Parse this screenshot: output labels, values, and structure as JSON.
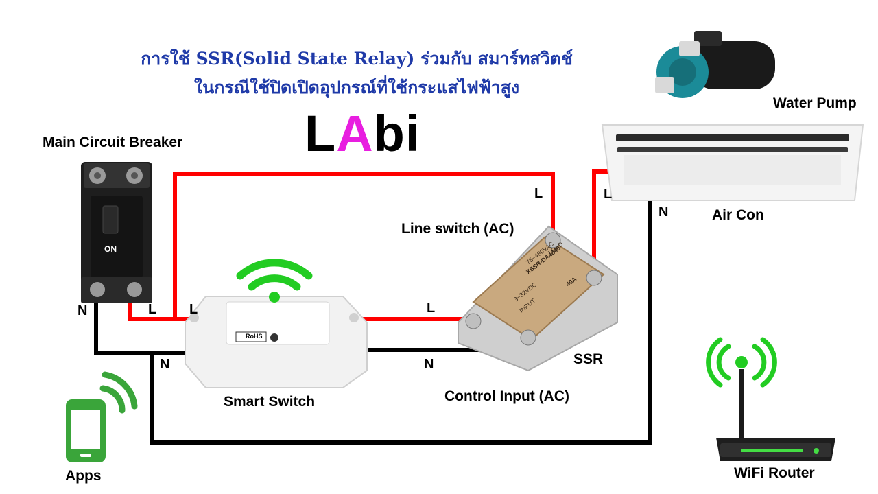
{
  "title": {
    "line1": "การใช้ SSR(Solid State Relay) ร่วมกับ สมาร์ทสวิตช์",
    "line2": "ในกรณีใช้ปิดเปิดอุปกรณ์ที่ใช้กระแสไฟฟ้าสูง"
  },
  "logo": {
    "part1": "L",
    "part2": "A",
    "part3": "bi",
    "accent_color": "#e81ee0"
  },
  "components": {
    "main_breaker": "Main Circuit Breaker",
    "breaker_switch": "ON",
    "smart_switch": "Smart Switch",
    "smart_switch_brand": "RoHS",
    "ssr": "SSR",
    "ssr_line_side": "Line switch (AC)",
    "ssr_control_side": "Control Input (AC)",
    "ssr_label_lines": [
      "75~480VAC",
      "XSSR-DA4840",
      "40A",
      "3~32VDC",
      "INPUT",
      "LOAD"
    ],
    "air_con": "Air Con",
    "water_pump": "Water Pump",
    "router": "WiFi Router",
    "apps": "Apps"
  },
  "wire_labels": {
    "breaker_N": "N",
    "breaker_L": "L",
    "switch_L": "L",
    "switch_N": "N",
    "ssr_input_L": "L",
    "ssr_input_N": "N",
    "ssr_load_L": "L",
    "aircon_L": "L",
    "aircon_N": "N"
  },
  "colors": {
    "title": "#1f3aa8",
    "wire_live": "#ff0000",
    "wire_neutral": "#000000",
    "wifi": "#22cc22",
    "phone": "#3aa53a"
  }
}
